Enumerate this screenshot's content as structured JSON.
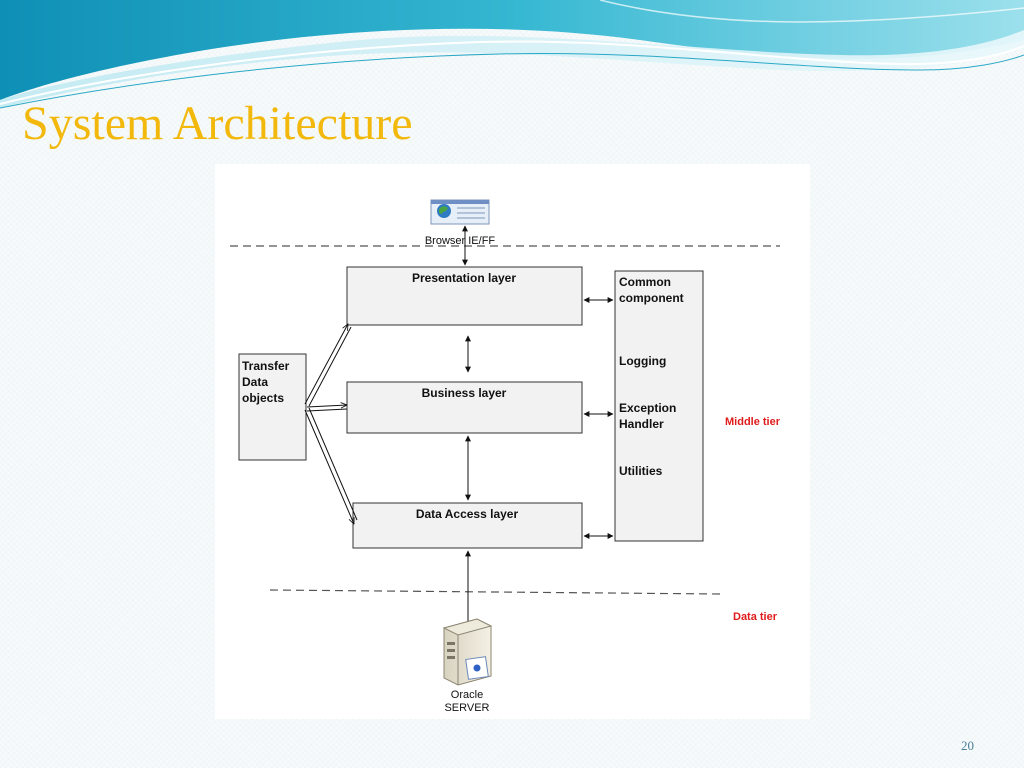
{
  "slide": {
    "title": "System Architecture",
    "number": "20"
  },
  "diagram": {
    "browser_label": "Browser IE/FF",
    "presentation_layer": "Presentation layer",
    "business_layer": "Business layer",
    "data_access_layer": "Data Access layer",
    "transfer_objects": [
      "Transfer",
      "Data",
      "objects"
    ],
    "common_component": [
      "Common",
      "component"
    ],
    "logging": "Logging",
    "exception_handler": [
      "Exception",
      "Handler"
    ],
    "utilities": "Utilities",
    "middle_tier": "Middle tier",
    "data_tier": "Data tier",
    "server_label": [
      "Oracle",
      "SERVER"
    ]
  },
  "colors": {
    "title": "#f2b80c",
    "tier_label": "#e01b1b",
    "box_fill": "#f2f2f2",
    "wave": "#3fb6cf"
  }
}
